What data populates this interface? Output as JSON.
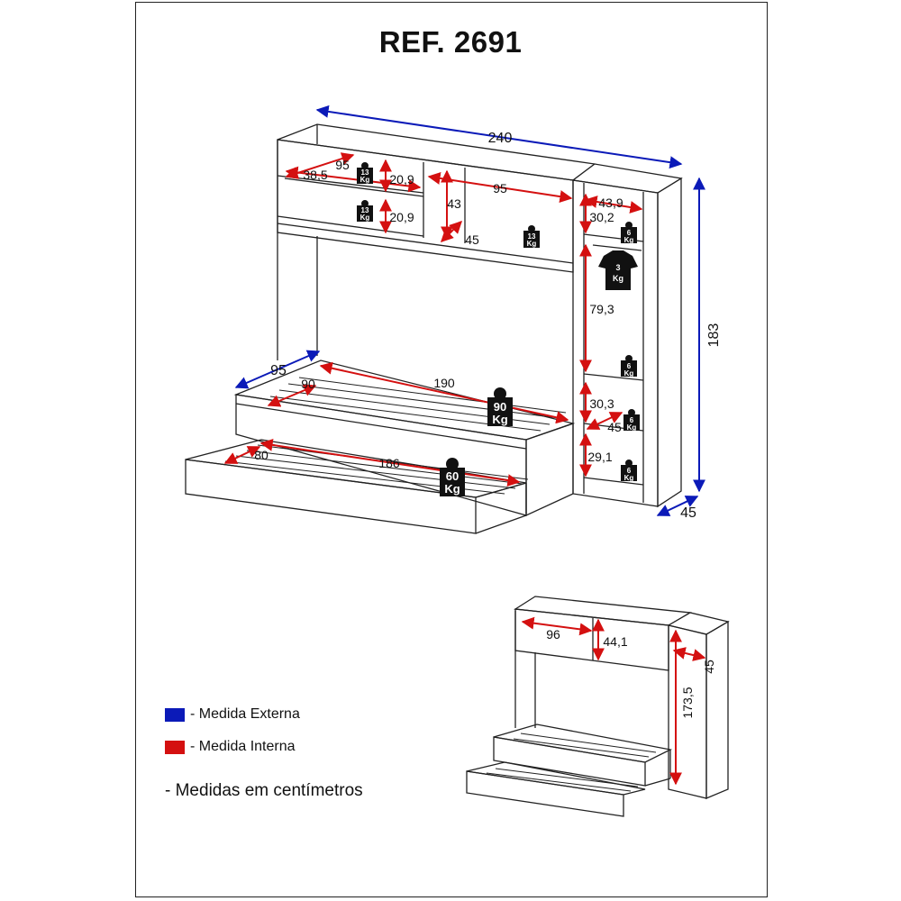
{
  "title": "REF. 2691",
  "colors": {
    "external": "#0b1ab8",
    "internal": "#d41010",
    "line": "#222222",
    "weight_tag": "#111111"
  },
  "main_view": {
    "external_dims": {
      "width": "240",
      "height": "183",
      "depth": "45",
      "bed_depth": "95"
    },
    "internal_dims": {
      "top_niche_width": "95",
      "top_niche_depth": "38,5",
      "top_niche_height_a": "20,9",
      "top_niche_height_b": "20,9",
      "center_niche_width": "95",
      "center_niche_height": "43",
      "center_niche_depth": "45",
      "wardrobe_width": "43,9",
      "wardrobe_top_height": "30,2",
      "wardrobe_hang_height": "79,3",
      "wardrobe_mid_height": "30,3",
      "wardrobe_mid_depth": "45",
      "wardrobe_low_height": "29,1",
      "bed_length": "190",
      "bed_width": "90",
      "trundle_length": "186",
      "trundle_width": "80"
    },
    "weights": {
      "top_shelf": [
        "13",
        "Kg"
      ],
      "top_shelf_2": [
        "13",
        "Kg"
      ],
      "center_niche": [
        "13",
        "Kg"
      ],
      "wardrobe_top": [
        "6",
        "Kg"
      ],
      "wardrobe_rod": [
        "3",
        "Kg"
      ],
      "wardrobe_mid": [
        "6",
        "Kg"
      ],
      "wardrobe_mid_2": [
        "6",
        "Kg"
      ],
      "wardrobe_low": [
        "6",
        "Kg"
      ],
      "bed": [
        "90",
        "Kg"
      ],
      "trundle": [
        "60",
        "Kg"
      ]
    }
  },
  "closed_view": {
    "door_width": "96",
    "door_height": "44,1",
    "tower_depth": "45",
    "tower_height": "173,5"
  },
  "legend": {
    "external_label": "- Medida Externa",
    "internal_label": "- Medida Interna",
    "note": "- Medidas em centímetros"
  }
}
